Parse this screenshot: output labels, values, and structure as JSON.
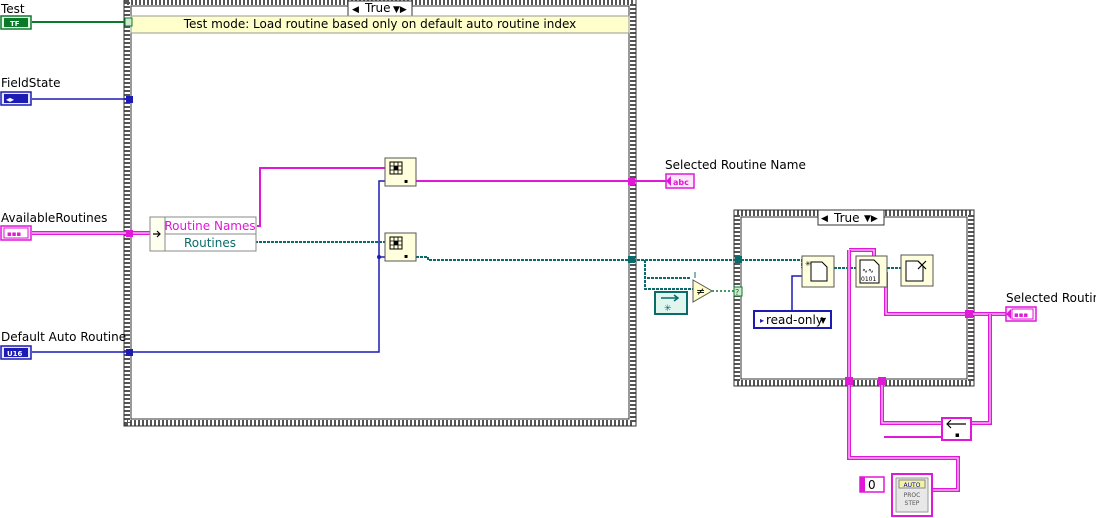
{
  "terminals": {
    "test": "Test",
    "field_state": "FieldState",
    "available_routines": "AvailableRoutines",
    "default_auto_routine": "Default Auto Routine",
    "selected_routine_name": "Selected Routine Name",
    "selected_routine": "Selected Routine"
  },
  "terminal_types": {
    "test": "TF",
    "default_auto_routine": "U16",
    "selected_routine_name": "abc"
  },
  "case_main": {
    "selector": "True",
    "comment": "Test mode: Load routine based only on default auto routine index"
  },
  "unbundle": {
    "field1": "Routine Names",
    "field2": "Routines"
  },
  "case_right": {
    "selector": "True",
    "enum_value": "read-only"
  },
  "constant_zero": "0",
  "proc_step": {
    "line1": "AUTO",
    "line2": "PROC",
    "line3": "STEP"
  },
  "colors": {
    "boolean_wire": "#0a7a2a",
    "enum_wire": "#1c1cb4",
    "cluster_wire": "#e018d8",
    "refnum_wire": "#0b6b6b",
    "string_wire": "#e018d8",
    "comment_bg": "#ffffcc"
  },
  "icons": {
    "index_array_1": "index-array-icon",
    "index_array_2": "index-array-icon",
    "not_equal": "not-equal-icon",
    "refnum_const": "refnum-constant-icon",
    "open_file": "open-file-icon",
    "read_binary": "read-binary-file-icon",
    "close_file": "close-file-icon",
    "replace_subset": "bundle-replace-icon",
    "selector_arrows": "selector-arrows-icon"
  }
}
